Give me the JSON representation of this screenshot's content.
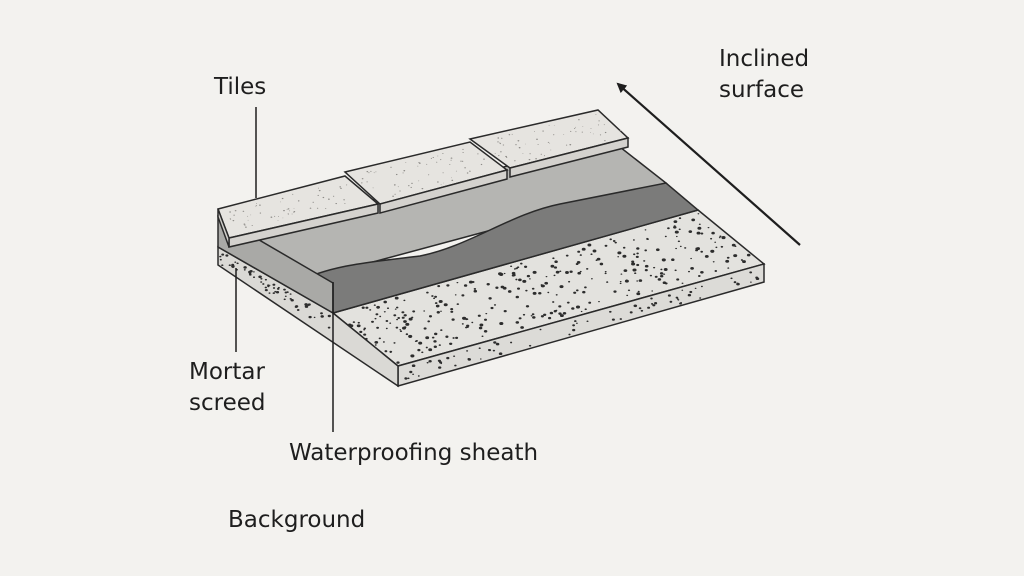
{
  "labels": {
    "tiles": "Tiles",
    "inclined_line1": "Inclined",
    "inclined_line2": "surface",
    "mortar_line1": "Mortar",
    "mortar_line2": "screed",
    "waterproofing": "Waterproofing sheath",
    "background": "Background"
  },
  "colors": {
    "page_background": "#f3f2ef",
    "tile": "#e6e4e0",
    "mortar_light": "#b5b5b2",
    "waterproofing_dark": "#7b7b7a",
    "base": "#e3e2de",
    "outline": "#2a2a2a"
  }
}
